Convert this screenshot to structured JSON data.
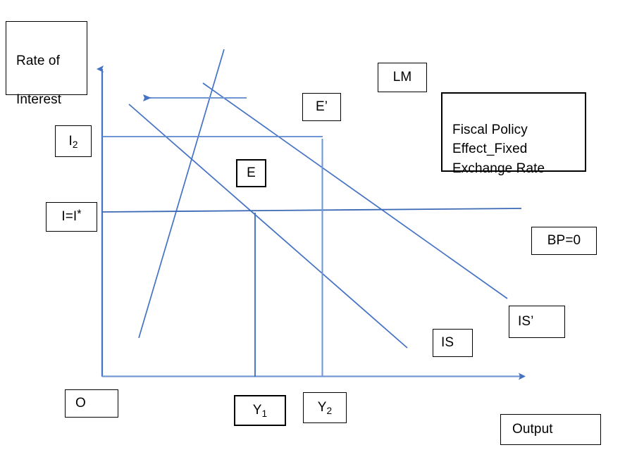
{
  "figure": {
    "axes": {
      "y_axis_title": "Rate of\n\nInterest",
      "x_axis_title": "Output",
      "origin_label": "O"
    },
    "annotation": {
      "text": "Fiscal Policy\nEffect_Fixed\nExchange Rate"
    },
    "curve_labels": {
      "lm": "LM",
      "is": "IS",
      "is_prime": "IS’",
      "bp": "BP=0"
    },
    "equilibrium_labels": {
      "e": "E",
      "e_prime": "E’"
    },
    "interest_rate_ticks": [
      {
        "text": "I",
        "sub": "2",
        "sup": ""
      },
      {
        "text": "I=I",
        "sub": "",
        "sup": "*"
      }
    ],
    "output_ticks": [
      {
        "text": "Y",
        "sub": "1"
      },
      {
        "text": "Y",
        "sub": "2"
      }
    ],
    "colors": {
      "curve": "#4472C4",
      "axis": "#4472C4",
      "box_border": "#000000",
      "text": "#000000",
      "background": "#FFFFFF"
    }
  },
  "chart_data": {
    "type": "line",
    "title": "Fiscal Policy Effect_Fixed Exchange Rate",
    "xlabel": "Output",
    "ylabel": "Rate of Interest",
    "grid": false,
    "legend": "inline-curve-labels",
    "xlim": [
      145,
      752
    ],
    "ylim": [
      535,
      70
    ],
    "series": [
      {
        "name": "LM",
        "label": "LM",
        "points": [
          [
            197,
            480
          ],
          [
            318,
            70
          ]
        ],
        "note": "upward sloping money-market curve"
      },
      {
        "name": "IS",
        "label": "IS",
        "points": [
          [
            183,
            148
          ],
          [
            578,
            494
          ]
        ],
        "note": "original downward sloping goods-market curve"
      },
      {
        "name": "IS'",
        "label": "IS’",
        "points": [
          [
            288,
            118
          ],
          [
            720,
            424
          ]
        ],
        "note": "shifted goods-market curve after fiscal expansion"
      },
      {
        "name": "BP=0",
        "label": "BP=0",
        "points": [
          [
            145,
            301
          ],
          [
            740,
            296
          ]
        ],
        "note": "balance of payments equilibrium at world interest rate I=I*"
      }
    ],
    "equilibria": [
      {
        "name": "E",
        "x": 362,
        "y": 302,
        "output": "Y1",
        "rate": "I=I*"
      },
      {
        "name": "E'",
        "x": 457,
        "y": 197,
        "output": "Y2",
        "rate": "I2"
      }
    ],
    "guide_lines": [
      {
        "name": "I2-level",
        "from": [
          145,
          194
        ],
        "to": [
          457,
          194
        ]
      },
      {
        "name": "I=I*-level",
        "from": [
          145,
          301
        ],
        "to": [
          740,
          296
        ]
      },
      {
        "name": "Y1-drop",
        "from": [
          362,
          302
        ],
        "to": [
          362,
          535
        ]
      },
      {
        "name": "Y2-drop",
        "from": [
          457,
          197
        ],
        "to": [
          457,
          535
        ]
      }
    ],
    "annotations": [
      {
        "name": "shift-arrow",
        "direction": "left",
        "from": [
          350,
          139
        ],
        "to": [
          205,
          139
        ]
      }
    ]
  }
}
